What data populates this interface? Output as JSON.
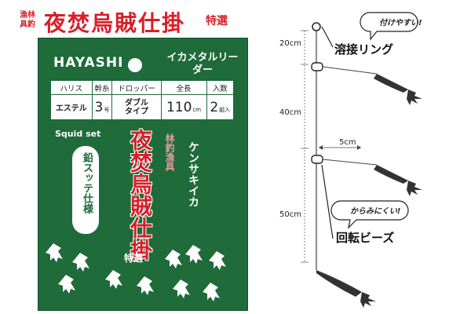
{
  "header": {
    "maker_small": "漁林具釣",
    "title": "夜焚烏賊仕掛",
    "special": "特選"
  },
  "package": {
    "brand": "HAYASHI",
    "product_type": "イカメタルリーダー",
    "spec_table": {
      "headers": [
        "ハリス",
        "幹糸",
        "ドロッパー",
        "全長",
        "入数"
      ],
      "harisu": "エステル",
      "mikito_value": "3",
      "mikito_unit": "号",
      "dropper": "ダブルタイプ",
      "length_value": "110",
      "length_unit": "cm",
      "count_value": "2",
      "count_unit": "組入"
    },
    "squid_set": "Squid set",
    "badge": "鉛スッテ仕様",
    "vertical_title": "夜焚烏賊仕掛",
    "vertical_special": "特選",
    "vertical_maker": "林釣漁具",
    "target": "ケンサキイカ"
  },
  "diagram": {
    "callout_top": "付けやすい!",
    "callout_bottom": "からみにくい!",
    "ring_label": "溶接リング",
    "swivel_label": "回転ビーズ",
    "dim_20": "20cm",
    "dim_40": "40cm",
    "dim_50": "50cm",
    "dim_5": "5cm"
  },
  "colors": {
    "package_green": "#1f6b3a",
    "title_red": "#d61f2a"
  }
}
